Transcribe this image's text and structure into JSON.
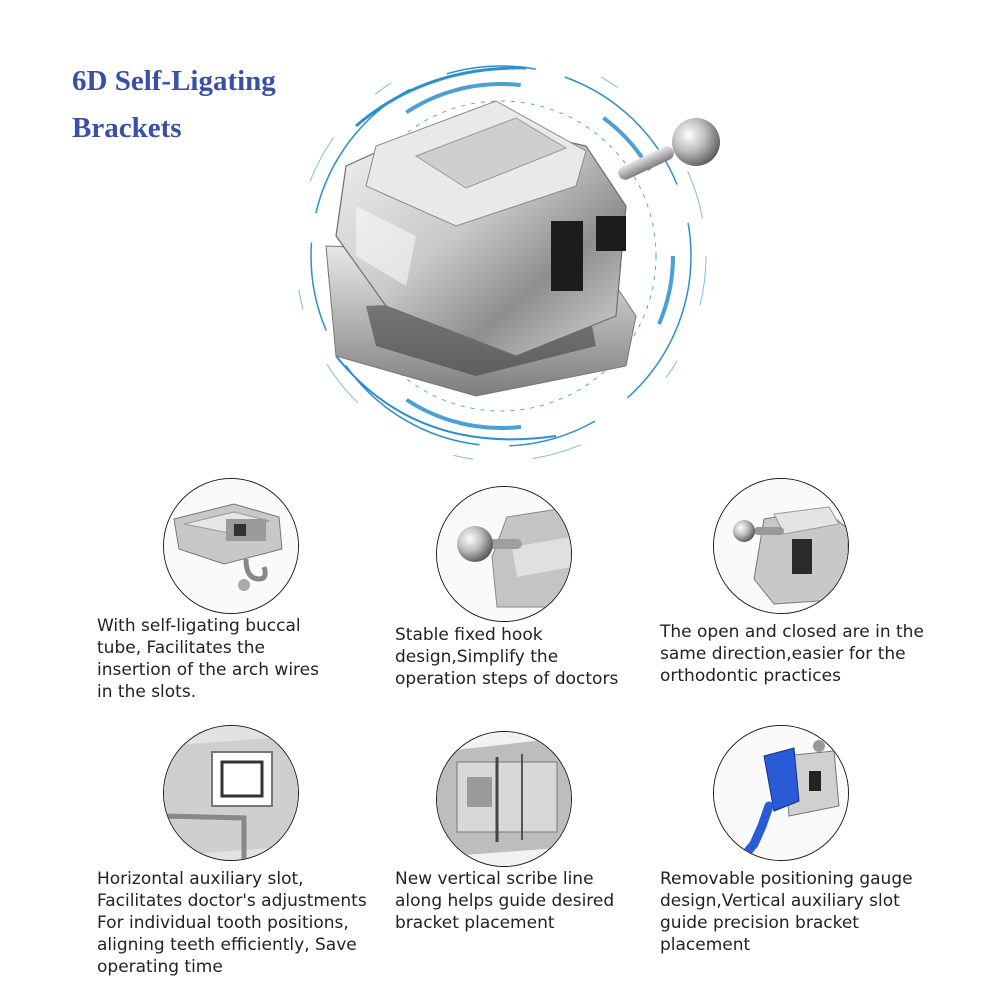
{
  "title": {
    "line1": "6D Self-Ligating",
    "line2": "Brackets",
    "color": "#3a4fa8"
  },
  "accent_color": "#2b8fd0",
  "features": [
    {
      "icon": "buccal-tube-hook-icon",
      "caption": "With self-ligating buccal\ntube, Facilitates the\ninsertion of the arch wires\nin the slots."
    },
    {
      "icon": "fixed-ball-hook-icon",
      "caption": "Stable fixed hook\ndesign,Simplify the\noperation steps of doctors"
    },
    {
      "icon": "bracket-door-icon",
      "caption": "The open and closed are in the\nsame direction,easier for the\northodontic practices"
    },
    {
      "icon": "auxiliary-slot-icon",
      "caption": "Horizontal auxiliary slot,\nFacilitates doctor's adjustments\nFor individual tooth positions,\naligning teeth efficiently, Save\noperating time"
    },
    {
      "icon": "scribe-line-icon",
      "caption": "New vertical scribe line\nalong helps guide desired\nbracket placement"
    },
    {
      "icon": "positioning-gauge-icon",
      "caption": "Removable positioning gauge\ndesign,Vertical auxiliary slot\nguide precision bracket\nplacement"
    }
  ]
}
